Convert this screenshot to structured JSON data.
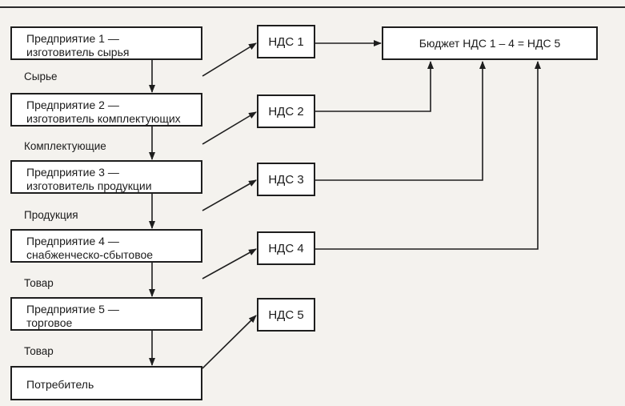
{
  "enterprises": [
    {
      "line1": "Предприятие 1 —",
      "line2": "изготовитель сырья"
    },
    {
      "line1": "Предприятие 2 —",
      "line2": "изготовитель комплектующих"
    },
    {
      "line1": "Предприятие 3 —",
      "line2": "изготовитель продукции"
    },
    {
      "line1": "Предприятие 4 —",
      "line2": "снабженческо-сбытовое"
    },
    {
      "line1": "Предприятие 5 —",
      "line2": "торговое"
    },
    {
      "line1": "Потребитель",
      "line2": ""
    }
  ],
  "flows": [
    "Сырье",
    "Комплектующие",
    "Продукция",
    "Товар",
    "Товар"
  ],
  "vat": [
    "НДС 1",
    "НДС 2",
    "НДС 3",
    "НДС 4",
    "НДС 5"
  ],
  "budget": "Бюджет НДС 1 – 4 = НДС 5"
}
